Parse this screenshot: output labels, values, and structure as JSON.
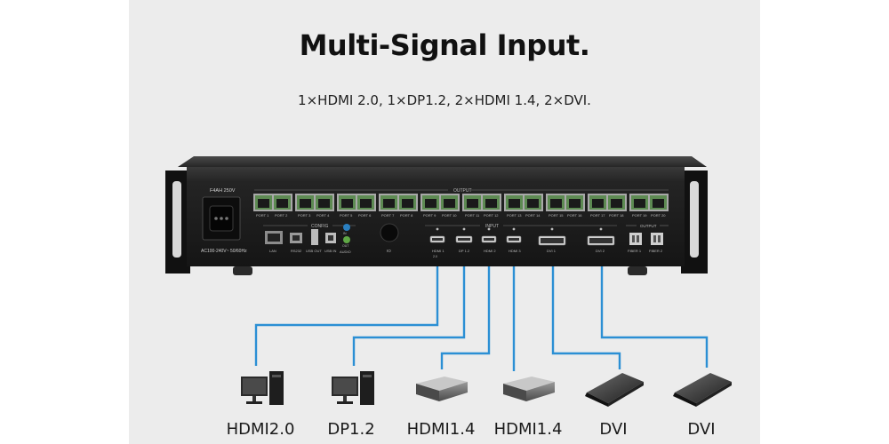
{
  "header": {
    "title": "Multi-Signal Input.",
    "subtitle": "1×HDMI 2.0, 1×DP1.2, 2×HDMI 1.4, 2×DVI."
  },
  "device": {
    "fuse_label": "F4AH  250V",
    "power_label": "AC100-240V~  50/60Hz",
    "output_label": "OUTPUT",
    "config_label": "CONFIG",
    "input_label": "INPUT",
    "fiber_output_label": "OUTPUT",
    "io_label": "IO",
    "ports": [
      "PORT 1",
      "PORT 2",
      "PORT 3",
      "PORT 4",
      "PORT 5",
      "PORT 6",
      "PORT 7",
      "PORT 8",
      "PORT 9",
      "PORT 10",
      "PORT 11",
      "PORT 12",
      "PORT 13",
      "PORT 14",
      "PORT 15",
      "PORT 16",
      "PORT 17",
      "PORT 18",
      "PORT 19",
      "PORT 20"
    ],
    "config_ports": [
      "LAN",
      "RS232",
      "USB OUT",
      "USB IN",
      "AUDIO"
    ],
    "audio_in": "IN",
    "audio_out": "OUT",
    "inputs": [
      "HDMI 1",
      "DP 1.2",
      "HDMI 2",
      "HDMI 3",
      "DVI 1",
      "DVI 2"
    ],
    "hdmi1_sub": "2.0",
    "fibers": [
      "FIBER 1",
      "FIBER 2"
    ]
  },
  "sources": [
    {
      "label": "HDMI2.0",
      "icon": "desktop-computer-icon"
    },
    {
      "label": "DP1.2",
      "icon": "desktop-computer-icon"
    },
    {
      "label": "HDMI1.4",
      "icon": "media-box-icon"
    },
    {
      "label": "HDMI1.4",
      "icon": "media-box-icon"
    },
    {
      "label": "DVI",
      "icon": "laptop-icon"
    },
    {
      "label": "DVI",
      "icon": "laptop-icon"
    }
  ],
  "colors": {
    "cable": "#2b8fd4",
    "device_body": "#1c1c1c",
    "port_green": "#5d8a52"
  }
}
